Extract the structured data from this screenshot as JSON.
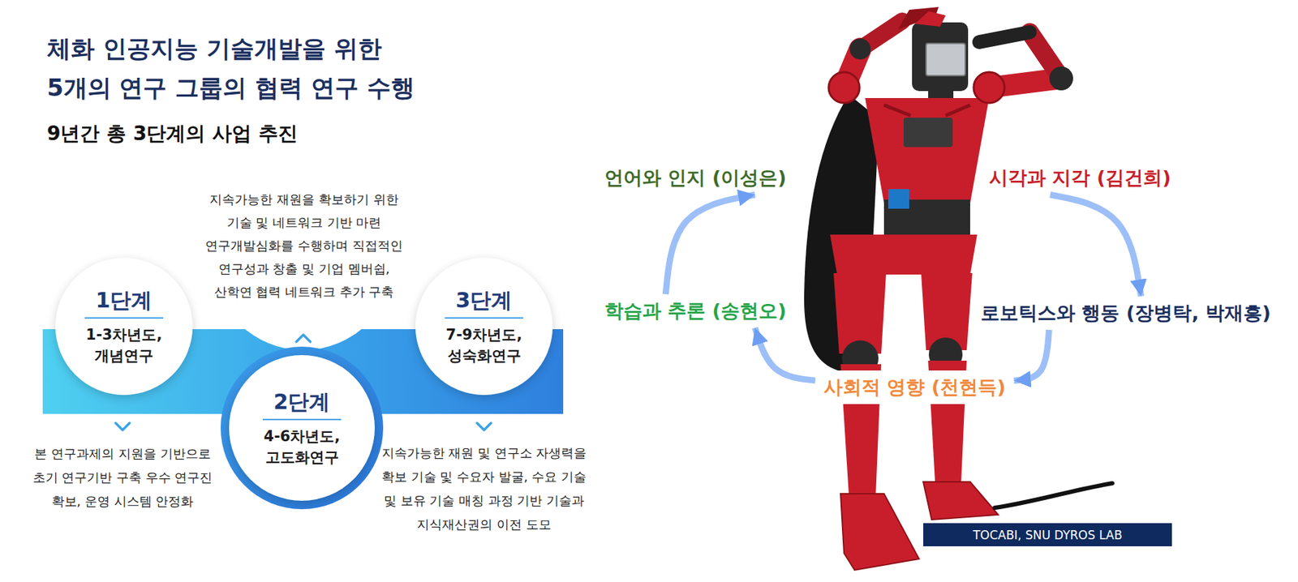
{
  "diagram": {
    "title": "체화 인공지능 기술개발을 위한 5개의 연구 그룹의 협력 연구 수행",
    "nodes": [
      {
        "text": [
          "1단계",
          "1-3차년도, 개념연구"
        ]
      },
      {
        "text": [
          "2단계",
          "4-6차년도, 고도화연구"
        ]
      },
      {
        "text": [
          "3단계",
          "7-9차년도, 성숙화연구"
        ]
      },
      {
        "text": [
          "언어와 인지 (이성은)"
        ]
      },
      {
        "text": [
          "시각과 지각 (김건희)"
        ]
      },
      {
        "text": [
          "학습과 추론 (송현오)"
        ]
      },
      {
        "text": [
          "로보틱스와 행동 (장병탁, 박재흥)"
        ]
      },
      {
        "text": [
          "사회적 영향 (천현득)"
        ]
      },
      {
        "text": [
          "TOCABI, SNU DYROS LAB"
        ]
      }
    ],
    "edges": [
      {
        "from": 5,
        "to": 3,
        "arrow": "to"
      },
      {
        "from": 4,
        "to": 6,
        "arrow": "to"
      },
      {
        "from": 6,
        "to": 7,
        "arrow": "to"
      },
      {
        "from": 7,
        "to": 5,
        "arrow": "to"
      }
    ],
    "labels": [
      "9년간 총 3단계의 사업 추진",
      "지속가능한 재원을 확보하기 위한 기술 및 네트워크 기반 마련 연구개발심화를 수행하며 직접적인 연구성과 창출 및 기업 멤버쉽, 산학연 협력 네트워크 추가 구축",
      "본 연구과제의 지원을 기반으로 초기 연구기반 구축 우수 연구진 확보, 운영 시스템 안정화",
      "지속가능한 재원 및 연구소 자생력을 확보 기술 및 수요자 발굴, 수요 기술 및 보유 기술 매칭 과정 기반 기술과 지식재산권의 이전 도모"
    ]
  }
}
